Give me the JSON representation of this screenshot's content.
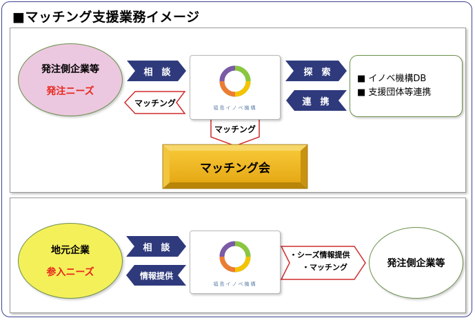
{
  "title": "■マッチング支援業務イメージ",
  "top": {
    "client": {
      "name": "発注側企業等",
      "needs": "発注ニーズ"
    },
    "arrow_consult": "相　談",
    "arrow_matching_back": "マッチング",
    "arrow_search": "探　索",
    "arrow_link": "連　携",
    "arrow_matching_down": "マッチング",
    "info": [
      "■ イノベ機構DB",
      "■ 支援団体等連携"
    ],
    "event": "マッチング会",
    "logo_text": "福島イノベ機構"
  },
  "bottom": {
    "local": {
      "name": "地元企業",
      "needs": "参入ニーズ"
    },
    "arrow_consult": "相　談",
    "arrow_info": "情報提供",
    "offer_lines": [
      "・シーズ情報提供",
      "・マッチング"
    ],
    "client": {
      "name": "発注側企業等"
    },
    "logo_text": "福島イノベ機構"
  },
  "colors": {
    "frame": "#3b3f8f",
    "arrow_fill": "#2f3a7c",
    "arrow_outline": "#d02a2a",
    "client_ellipse": "#ecc8e0",
    "local_ellipse": "#f4f05a",
    "needs_text": "#e8271d",
    "event_gold": "#e8b21a"
  }
}
